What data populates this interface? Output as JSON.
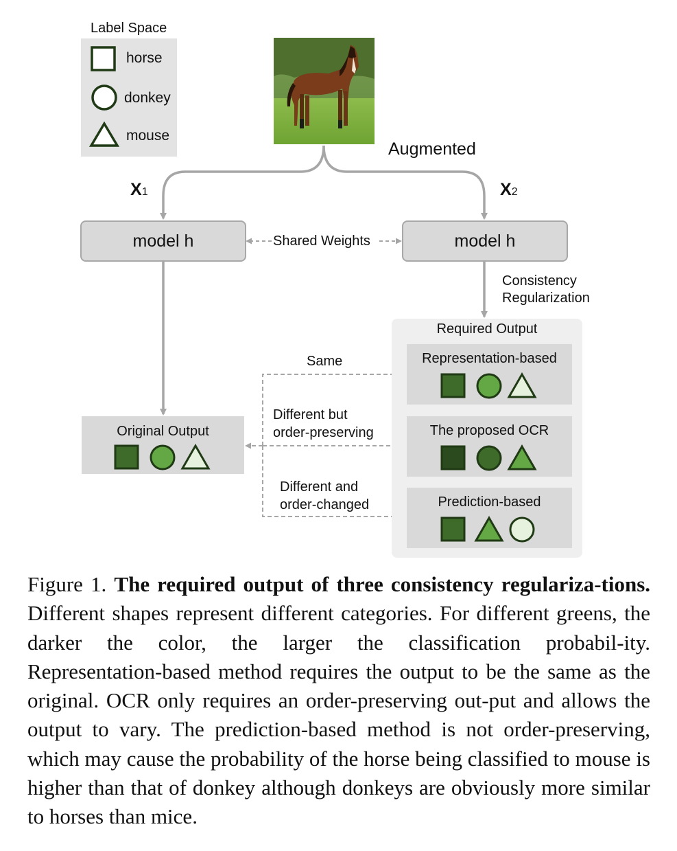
{
  "label_space": {
    "title": "Label Space",
    "items": [
      {
        "shape": "square",
        "label": "horse"
      },
      {
        "shape": "circle",
        "label": "donkey"
      },
      {
        "shape": "triangle",
        "label": "mouse"
      }
    ]
  },
  "labels": {
    "augmented": "Augmented",
    "x1": "X",
    "x1_sub": "1",
    "x2": "X",
    "x2_sub": "2",
    "shared_weights": "Shared Weights",
    "consistency_line1": "Consistency",
    "consistency_line2": "Regularization",
    "same": "Same",
    "diff_order_line1": "Different but",
    "diff_order_line2": "order-preserving",
    "diff_changed_line1": "Different and",
    "diff_changed_line2": "order-changed"
  },
  "models": {
    "left": "model h",
    "right": "model h"
  },
  "original_output": {
    "title": "Original Output"
  },
  "required_output": {
    "title": "Required Output",
    "representation": "Representation-based",
    "ocr": "The proposed OCR",
    "prediction": "Prediction-based"
  },
  "colors": {
    "darkest": "#2b4a1e",
    "dark": "#3e6b2a",
    "medium": "#63a844",
    "light": "#e6f2de",
    "outline": "#1f3a14",
    "arrow": "#a6a6a6"
  },
  "caption": {
    "prefix": "Figure 1. ",
    "title": "The required output of three consistency regulariza-tions.",
    "body": " Different shapes represent different categories. For different greens, the darker the color, the larger the classification probabil-ity.  Representation-based method requires the output to be the same as the original. OCR only requires an order-preserving out-put and allows the output to vary. The prediction-based method is not order-preserving, which may cause the probability of the horse being classified to mouse is higher than that of donkey although donkeys are obviously more similar to horses than mice."
  }
}
